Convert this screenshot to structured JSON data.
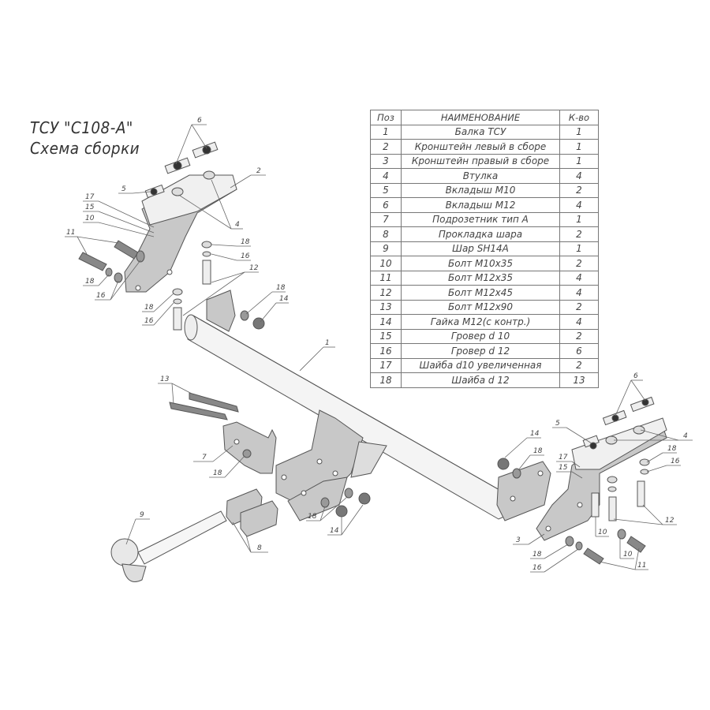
{
  "title": {
    "line1": "ТСУ \"С108-А\"",
    "line2": "Схема сборки"
  },
  "parts_table": {
    "headers": {
      "pos": "Поз",
      "name": "НАИМЕНОВАНИЕ",
      "qty": "К-во"
    },
    "rows": [
      {
        "pos": "1",
        "name": "Балка ТСУ",
        "qty": "1"
      },
      {
        "pos": "2",
        "name": "Кронштейн левый в сборе",
        "qty": "1"
      },
      {
        "pos": "3",
        "name": "Кронштейн правый в сборе",
        "qty": "1"
      },
      {
        "pos": "4",
        "name": "Втулка",
        "qty": "4"
      },
      {
        "pos": "5",
        "name": "Вкладыш М10",
        "qty": "2"
      },
      {
        "pos": "6",
        "name": "Вкладыш М12",
        "qty": "4"
      },
      {
        "pos": "7",
        "name": "Подрозетник тип А",
        "qty": "1"
      },
      {
        "pos": "8",
        "name": "Прокладка шара",
        "qty": "2"
      },
      {
        "pos": "9",
        "name": "Шар SH14A",
        "qty": "1"
      },
      {
        "pos": "10",
        "name": "Болт М10х35",
        "qty": "2"
      },
      {
        "pos": "11",
        "name": "Болт М12х35",
        "qty": "4"
      },
      {
        "pos": "12",
        "name": "Болт М12х45",
        "qty": "4"
      },
      {
        "pos": "13",
        "name": "Болт М12х90",
        "qty": "2"
      },
      {
        "pos": "14",
        "name": "Гайка М12(с контр.)",
        "qty": "4"
      },
      {
        "pos": "15",
        "name": "Гровер d 10",
        "qty": "2"
      },
      {
        "pos": "16",
        "name": "Гровер d 12",
        "qty": "6"
      },
      {
        "pos": "17",
        "name": "Шайба d10 увеличенная",
        "qty": "2"
      },
      {
        "pos": "18",
        "name": "Шайба d 12",
        "qty": "13"
      }
    ]
  },
  "callouts": {
    "left_bracket": [
      "6",
      "2",
      "17",
      "15",
      "10",
      "5",
      "4",
      "11",
      "18",
      "16",
      "18",
      "16",
      "12",
      "18",
      "16",
      "18",
      "14"
    ],
    "center": [
      "1",
      "13",
      "7",
      "18",
      "9",
      "8",
      "18",
      "14"
    ],
    "right_bracket": [
      "6",
      "5",
      "4",
      "18",
      "16",
      "14",
      "18",
      "17",
      "15",
      "12",
      "3",
      "10",
      "18",
      "16",
      "10",
      "11"
    ]
  },
  "colors": {
    "line": "#555555",
    "fill_part": "#c8c8c8",
    "fill_light": "#f4f4f4",
    "text": "#444444"
  }
}
